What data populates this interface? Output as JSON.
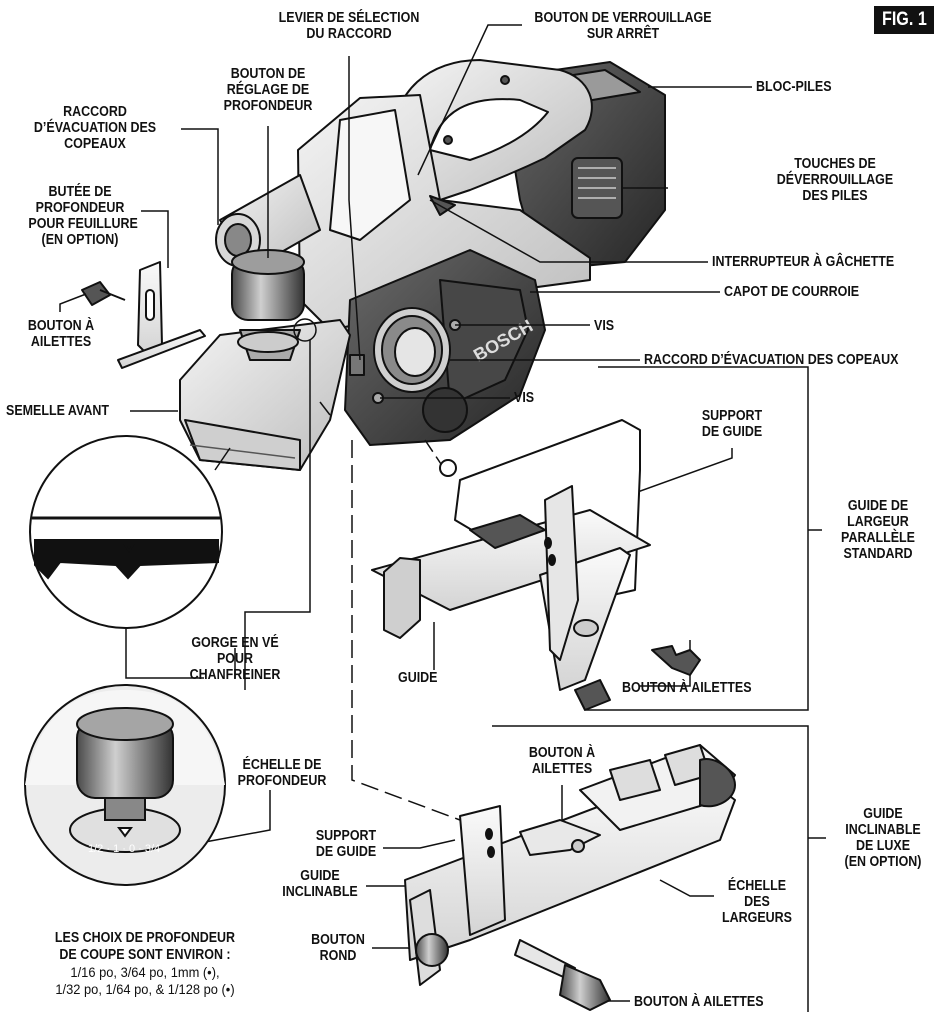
{
  "figure_label": "FIG. 1",
  "labels": {
    "chip_selector_lever": [
      "LEVIER DE SÉLECTION",
      "DU RACCORD"
    ],
    "lock_off_button": [
      "BOUTON DE VERROUILLAGE",
      "SUR ARRÊT"
    ],
    "battery_pack": [
      "BLOC-PILES"
    ],
    "battery_release_buttons": [
      "TOUCHES DE",
      "DÉVERROUILLAGE",
      "DES PILES"
    ],
    "trigger_switch": [
      "INTERRUPTEUR À GÂCHETTE"
    ],
    "belt_cover": [
      "CAPOT DE COURROIE"
    ],
    "screw_top": [
      "VIS"
    ],
    "chip_exhaust_right": [
      "RACCORD D’ÉVACUATION DES COPEAUX"
    ],
    "screw_bottom": [
      "VIS"
    ],
    "depth_knob": [
      "BOUTON DE",
      "RÉGLAGE DE",
      "PROFONDEUR"
    ],
    "chip_exhaust_left": [
      "RACCORD",
      "D’ÉVACUATION DES",
      "COPEAUX"
    ],
    "rabbet_depth_stop": [
      "BUTÉE DE",
      "PROFONDEUR",
      "POUR FEUILLURE",
      "(EN OPTION)"
    ],
    "wing_knob_left": [
      "BOUTON À",
      "AILETTES"
    ],
    "front_shoe": [
      "SEMELLE AVANT"
    ],
    "v_groove": [
      "GORGE EN VÉ",
      "POUR",
      "CHANFREINER"
    ],
    "depth_scale": [
      "ÉCHELLE DE",
      "PROFONDEUR"
    ],
    "fence_support_top": [
      "SUPPORT",
      "DE GUIDE"
    ],
    "standard_fence": [
      "GUIDE DE",
      "LARGEUR",
      "PARALLÈLE",
      "STANDARD"
    ],
    "guide": [
      "GUIDE"
    ],
    "wing_knob_mid": [
      "BOUTON À AILETTES"
    ],
    "wing_knob_deluxe_top": [
      "BOUTON À",
      "AILETTES"
    ],
    "deluxe_fence": [
      "GUIDE",
      "INCLINABLE",
      "DE LUXE",
      "(EN OPTION)"
    ],
    "fence_support_bottom": [
      "SUPPORT",
      "DE GUIDE"
    ],
    "tilt_guide": [
      "GUIDE",
      "INCLINABLE"
    ],
    "width_scale": [
      "ÉCHELLE",
      "DES",
      "LARGEURS"
    ],
    "round_knob": [
      "BOUTON",
      "ROND"
    ],
    "wing_knob_bottom": [
      "BOUTON À AILETTES"
    ]
  },
  "depth_note": {
    "heading": [
      "LES CHOIX DE PROFONDEUR",
      "DE COUPE SONT ENVIRON :"
    ],
    "values": [
      "1/16 po, 3/64 po, 1mm (•),",
      "1/32 po, 1/64 po, & 1/128 po (•)"
    ]
  },
  "brand_mark": "BOSCH",
  "depth_dial_marks": "1/2 · 1 · 0 · 3/4"
}
